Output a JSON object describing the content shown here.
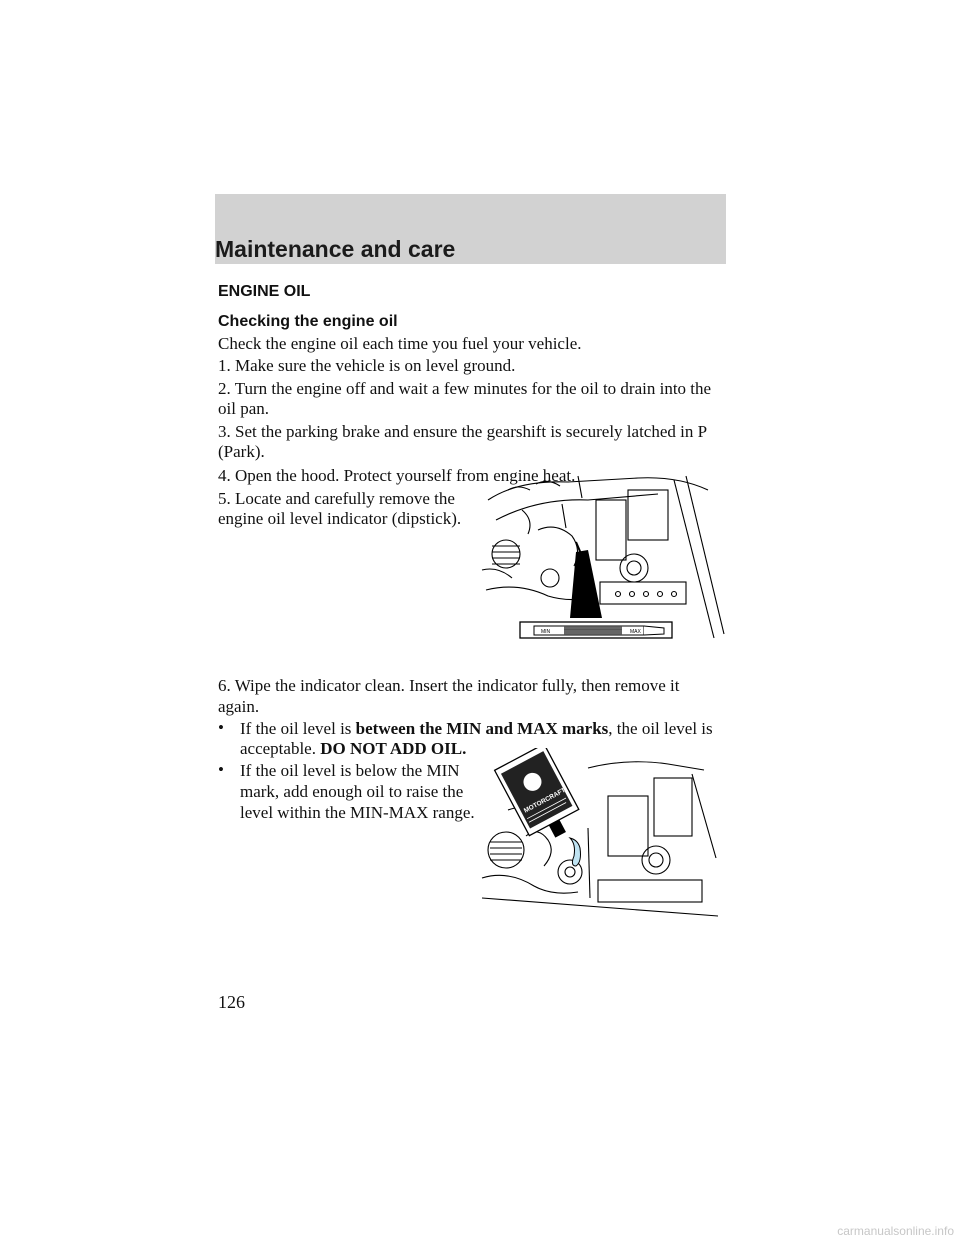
{
  "header": {
    "section_title": "Maintenance and care"
  },
  "content": {
    "heading": "ENGINE OIL",
    "subheading": "Checking the engine oil",
    "intro": "Check the engine oil each time you fuel your vehicle.",
    "steps": [
      "1. Make sure the vehicle is on level ground.",
      "2. Turn the engine off and wait a few minutes for the oil to drain into the",
      "oil pan.",
      "3. Set the parking brake and ensure the gearshift is securely latched in P",
      "(Park).",
      "4. Open the hood. Protect yourself from engine heat.",
      "5. Locate and carefully remove the",
      "engine oil level indicator (dipstick).",
      "6. Wipe the indicator clean. Insert the indicator fully, then remove it",
      "again."
    ],
    "bullet1": {
      "symbol": "•",
      "pre": "If the oil level is ",
      "bold": "between the MIN and MAX marks",
      "post": ", the oil level is",
      "line2_pre": "acceptable. ",
      "line2_bold": "DO NOT ADD OIL."
    },
    "bullet2": {
      "symbol": "•",
      "lines": [
        "If the oil level is below the MIN",
        "mark, add enough oil to raise the",
        "level within the MIN-MAX range."
      ]
    }
  },
  "figures": {
    "dipstick_labels": {
      "min": "MIN",
      "max": "MAX"
    },
    "oil_bottle_label": "MOTORCRAFT"
  },
  "footer": {
    "page_number": "126",
    "watermark": "carmanualsonline.info"
  }
}
